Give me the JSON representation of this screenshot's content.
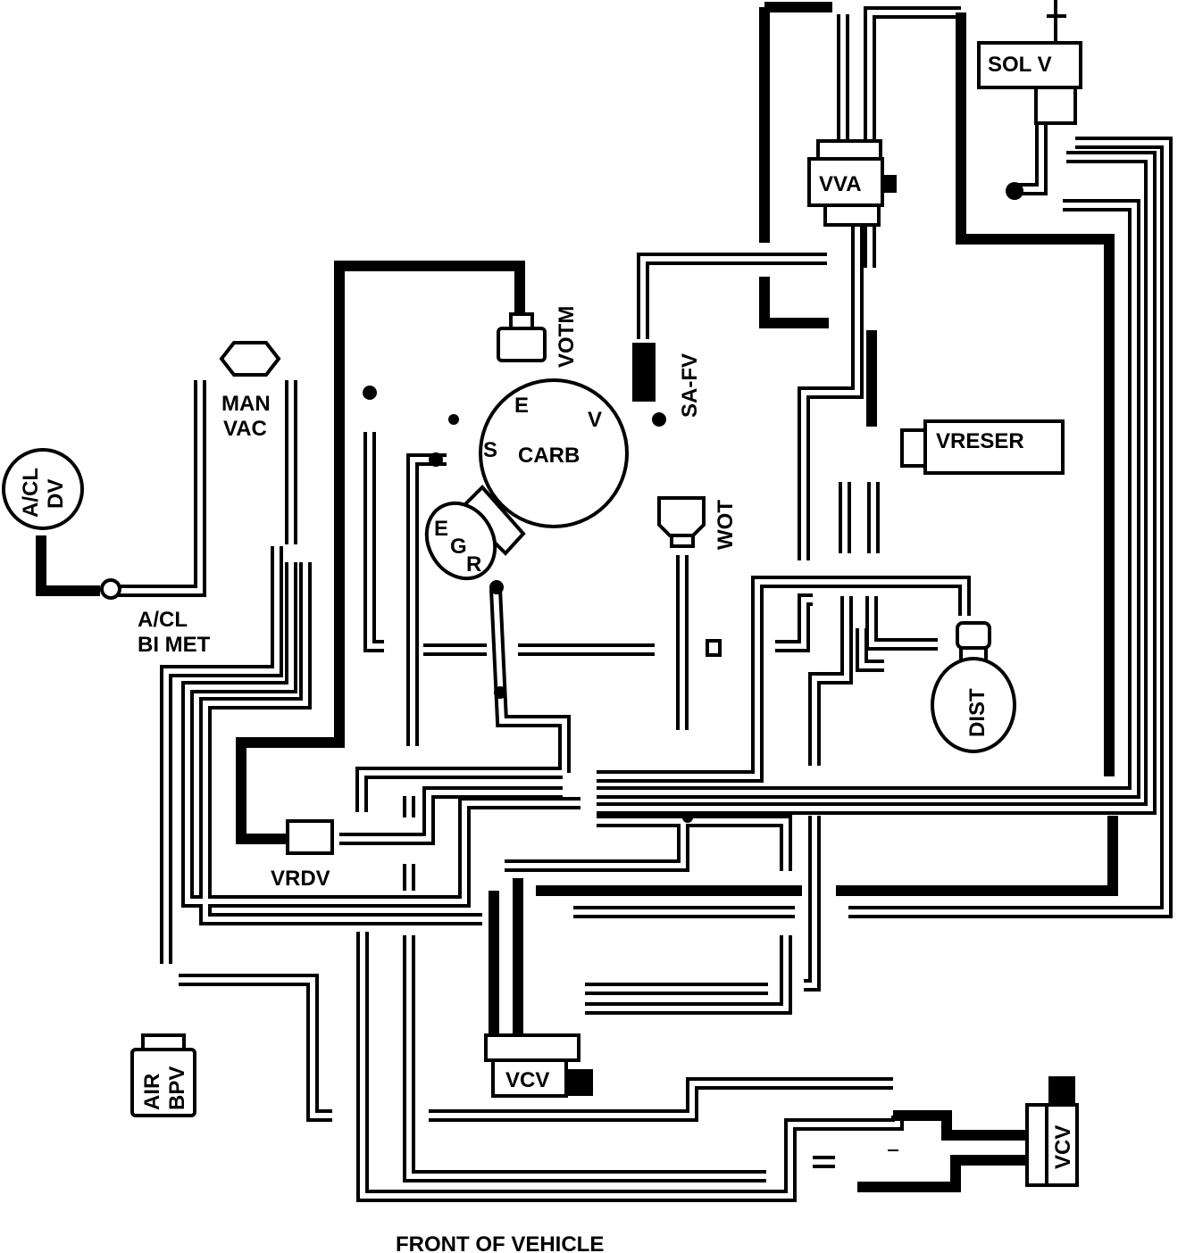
{
  "diagram": {
    "components": {
      "sol_v": "SOL V",
      "vva": "VVA",
      "votm": "VOTM",
      "sa_fv": "SA-FV",
      "man_vac_1": "MAN",
      "man_vac_2": "VAC",
      "acl_dv_1": "A/CL",
      "acl_dv_2": "DV",
      "acl_bimet_1": "A/CL",
      "acl_bimet_2": "BI MET",
      "carb": "CARB",
      "carb_e": "E",
      "carb_v": "V",
      "carb_s": "S",
      "egr_e": "E",
      "egr_g": "G",
      "egr_r": "R",
      "vreser": "VRESER",
      "wot": "WOT",
      "dist": "DIST",
      "vrdv": "VRDV",
      "air_bpv_1": "AIR",
      "air_bpv_2": "BPV",
      "vcv_bottom": "VCV",
      "vcv_right": "VCV"
    },
    "footer": "FRONT OF VEHICLE"
  }
}
